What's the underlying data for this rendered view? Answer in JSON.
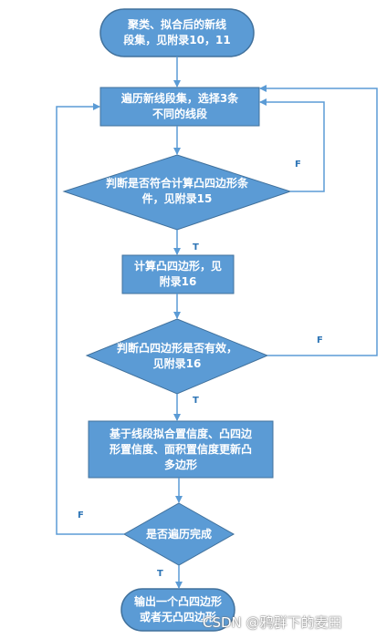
{
  "colors": {
    "fill": "#5b9bd5",
    "stroke": "#41719c",
    "arrow": "#5b9bd5",
    "label": "#2e75b6"
  },
  "nodes": {
    "start": "聚类、拟合后的新线\n段集，见附录10，11",
    "traverse": "遍历新线段集，选择3条\n不同的线段",
    "check_polygon": "判断是否符合计算凸四边形条\n件，见附录15",
    "compute": "计算凸四边形，见\n附录16",
    "check_valid": "判断凸四边形是否有效，\n见附录16",
    "update": "基于线段拟合置信度、凸四边\n形置信度、面积置信度更新凸\n多边形",
    "check_done": "是否遍历完成",
    "end": "输出一个凸四边形\n或者无凸四边形"
  },
  "edge_labels": {
    "check_polygon_false": "F",
    "check_polygon_true": "T",
    "check_valid_false": "F",
    "check_valid_true": "T",
    "check_done_false": "F",
    "check_done_true": "T"
  },
  "watermark": "CSDN @鸦群下的麦田"
}
